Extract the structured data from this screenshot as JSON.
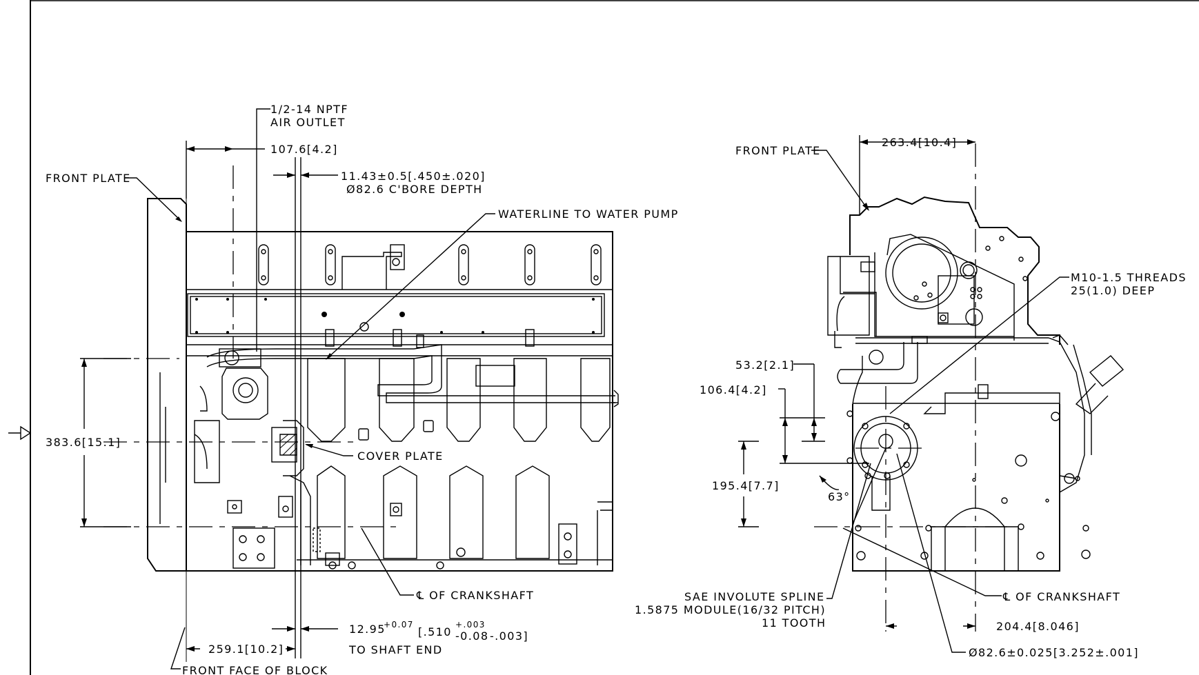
{
  "labels": {
    "air_outlet_1": "1/2-14 NPTF",
    "air_outlet_2": "AIR OUTLET",
    "dim_107": "107.6[4.2]",
    "cbore_1": "11.43±0.5[.450±.020]",
    "cbore_2": "Ø82.6 C'BORE DEPTH",
    "front_plate_left": "FRONT PLATE",
    "waterline": "WATERLINE TO WATER PUMP",
    "dim_383": "383.6[15.1]",
    "cover_plate": "COVER PLATE",
    "cl_crank_left": "℄ OF CRANKSHAFT",
    "shaft_base": "12.95",
    "shaft_tol_up": "+0.07",
    "shaft_bracket": "[.510",
    "shaft_tol_in_up": "+.003",
    "shaft_tol_down": "-0.08",
    "shaft_tol_in_down": "-.003]",
    "shaft_end": "TO SHAFT END",
    "dim_259": "259.1[10.2]",
    "front_face": "FRONT FACE OF BLOCK",
    "front_plate_right": "FRONT PLATE",
    "dim_263": "263.4[10.4]",
    "threads_1": "M10-1.5 THREADS",
    "threads_2": "25(1.0) DEEP",
    "dim_53": "53.2[2.1]",
    "dim_106": "106.4[4.2]",
    "dim_195": "195.4[7.7]",
    "angle_63": "63°",
    "spline_1": "SAE INVOLUTE SPLINE",
    "spline_2": "1.5875 MODULE(16/32 PITCH)",
    "spline_3": "11 TOOTH",
    "cl_crank_right": "℄ OF CRANKSHAFT",
    "dim_204": "204.4[8.046]",
    "dim_diam": "Ø82.6±0.025[3.252±.001]"
  },
  "colors": {
    "line": "#000000",
    "background": "#ffffff"
  },
  "icons": {
    "datum_marker": "datum-arrow-icon"
  }
}
